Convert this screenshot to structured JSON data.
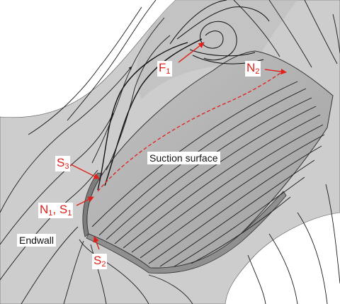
{
  "labels": {
    "f1": {
      "main": "F",
      "sub": "1"
    },
    "n2": {
      "main": "N",
      "sub": "2"
    },
    "s3": {
      "main": "S",
      "sub": "3"
    },
    "n1s1": {
      "main1": "N",
      "sub1": "1",
      "sep": ", ",
      "main2": "S",
      "sub2": "1"
    },
    "s2": {
      "main": "S",
      "sub": "2"
    },
    "suction": "Suction surface",
    "endwall": "Endwall"
  },
  "colors": {
    "surface_light": "#cfcfcf",
    "surface_dark": "#a9a9a9",
    "blade_face": "#b8b8b8",
    "streamline": "#1a1a1a",
    "annotation": "#e0201b"
  }
}
